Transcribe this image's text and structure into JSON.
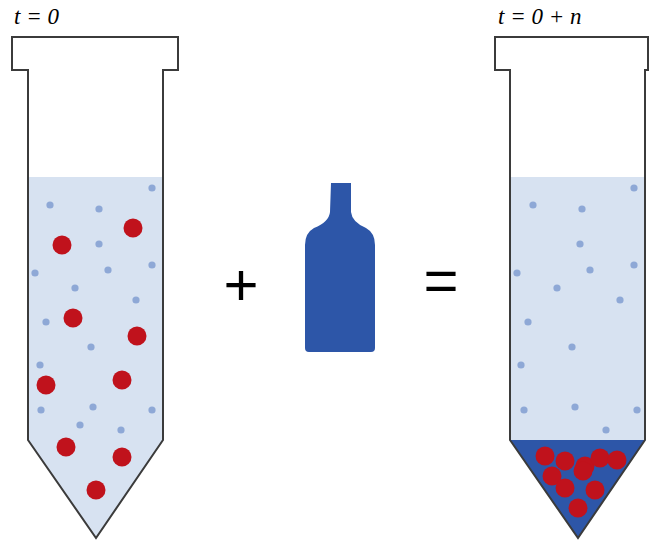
{
  "diagram": {
    "labels": [
      "t = 0",
      "+",
      "=",
      "t = 0 + n"
    ]
  }
}
